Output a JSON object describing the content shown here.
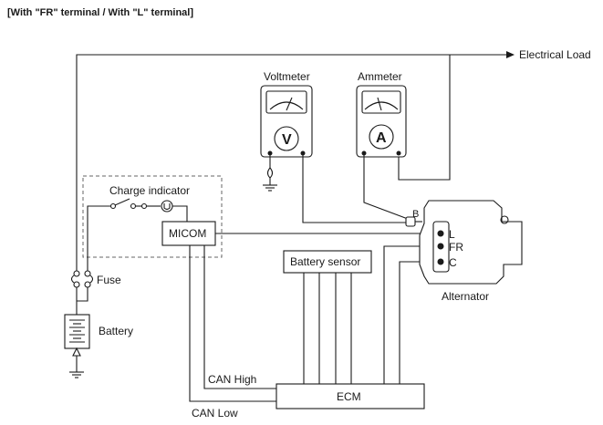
{
  "header": {
    "title": "[With \"FR\" terminal / With \"L\" terminal]"
  },
  "labels": {
    "electrical_load": "Electrical Load",
    "voltmeter": "Voltmeter",
    "ammeter": "Ammeter",
    "volt_symbol": "V",
    "amp_symbol": "A",
    "charge_indicator": "Charge indicator",
    "micom": "MICOM",
    "fuse": "Fuse",
    "battery": "Battery",
    "battery_sensor": "Battery sensor",
    "ecm": "ECM",
    "can_high": "CAN High",
    "can_low": "CAN Low",
    "alternator": "Alternator",
    "terminal_b": "B",
    "terminal_l": "L",
    "terminal_fr": "FR",
    "terminal_c": "C"
  },
  "colors": {
    "line": "#1a1a1a",
    "dashed": "#666666",
    "background": "#ffffff"
  }
}
